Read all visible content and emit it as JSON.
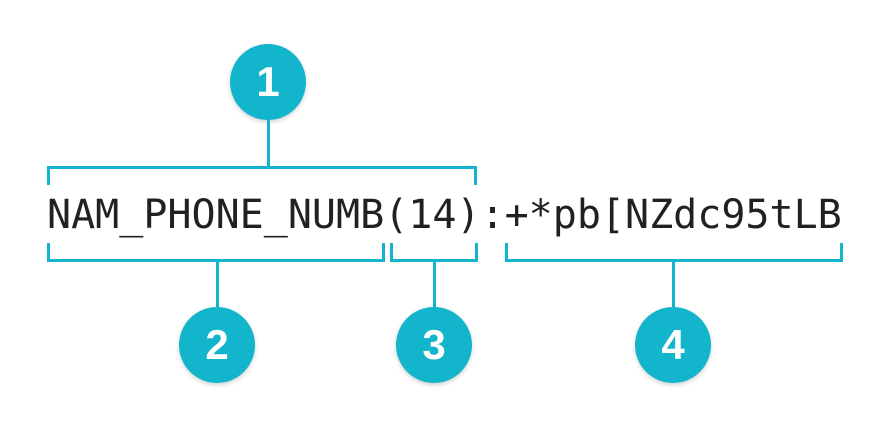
{
  "code": {
    "full_text": "NAM_PHONE_NUMB(14):+*pb[NZdc95tLB",
    "name": "NAM_PHONE_NUMB",
    "length": "(14)",
    "separator": ":",
    "value": "+*pb[NZdc95tLB"
  },
  "callouts": [
    {
      "number": "1"
    },
    {
      "number": "2"
    },
    {
      "number": "3"
    },
    {
      "number": "4"
    }
  ],
  "colors": {
    "accent": "#12b5cb",
    "text": "#202124",
    "background": "#ffffff",
    "badge_text": "#ffffff"
  }
}
